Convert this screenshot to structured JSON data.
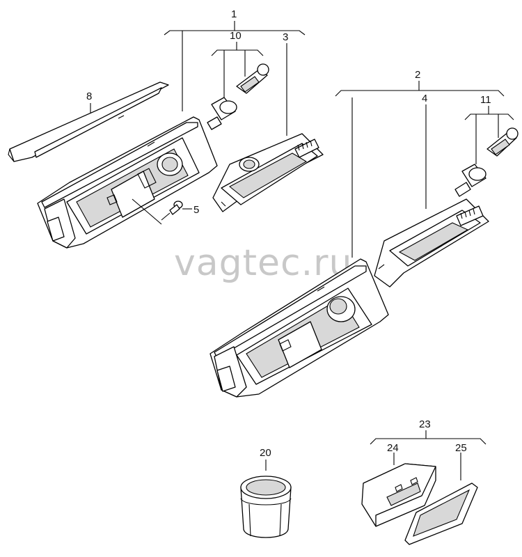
{
  "watermark": "vagtec.ru",
  "labels": {
    "p1": "1",
    "p2": "2",
    "p3": "3",
    "p4": "4",
    "p5": "5",
    "p8": "8",
    "p10": "10",
    "p11": "11",
    "p20": "20",
    "p23": "23",
    "p24": "24",
    "p25": "25"
  },
  "colors": {
    "watermark": "#c8c8c8",
    "line": "#000000",
    "shade": "#d8d8d8"
  }
}
